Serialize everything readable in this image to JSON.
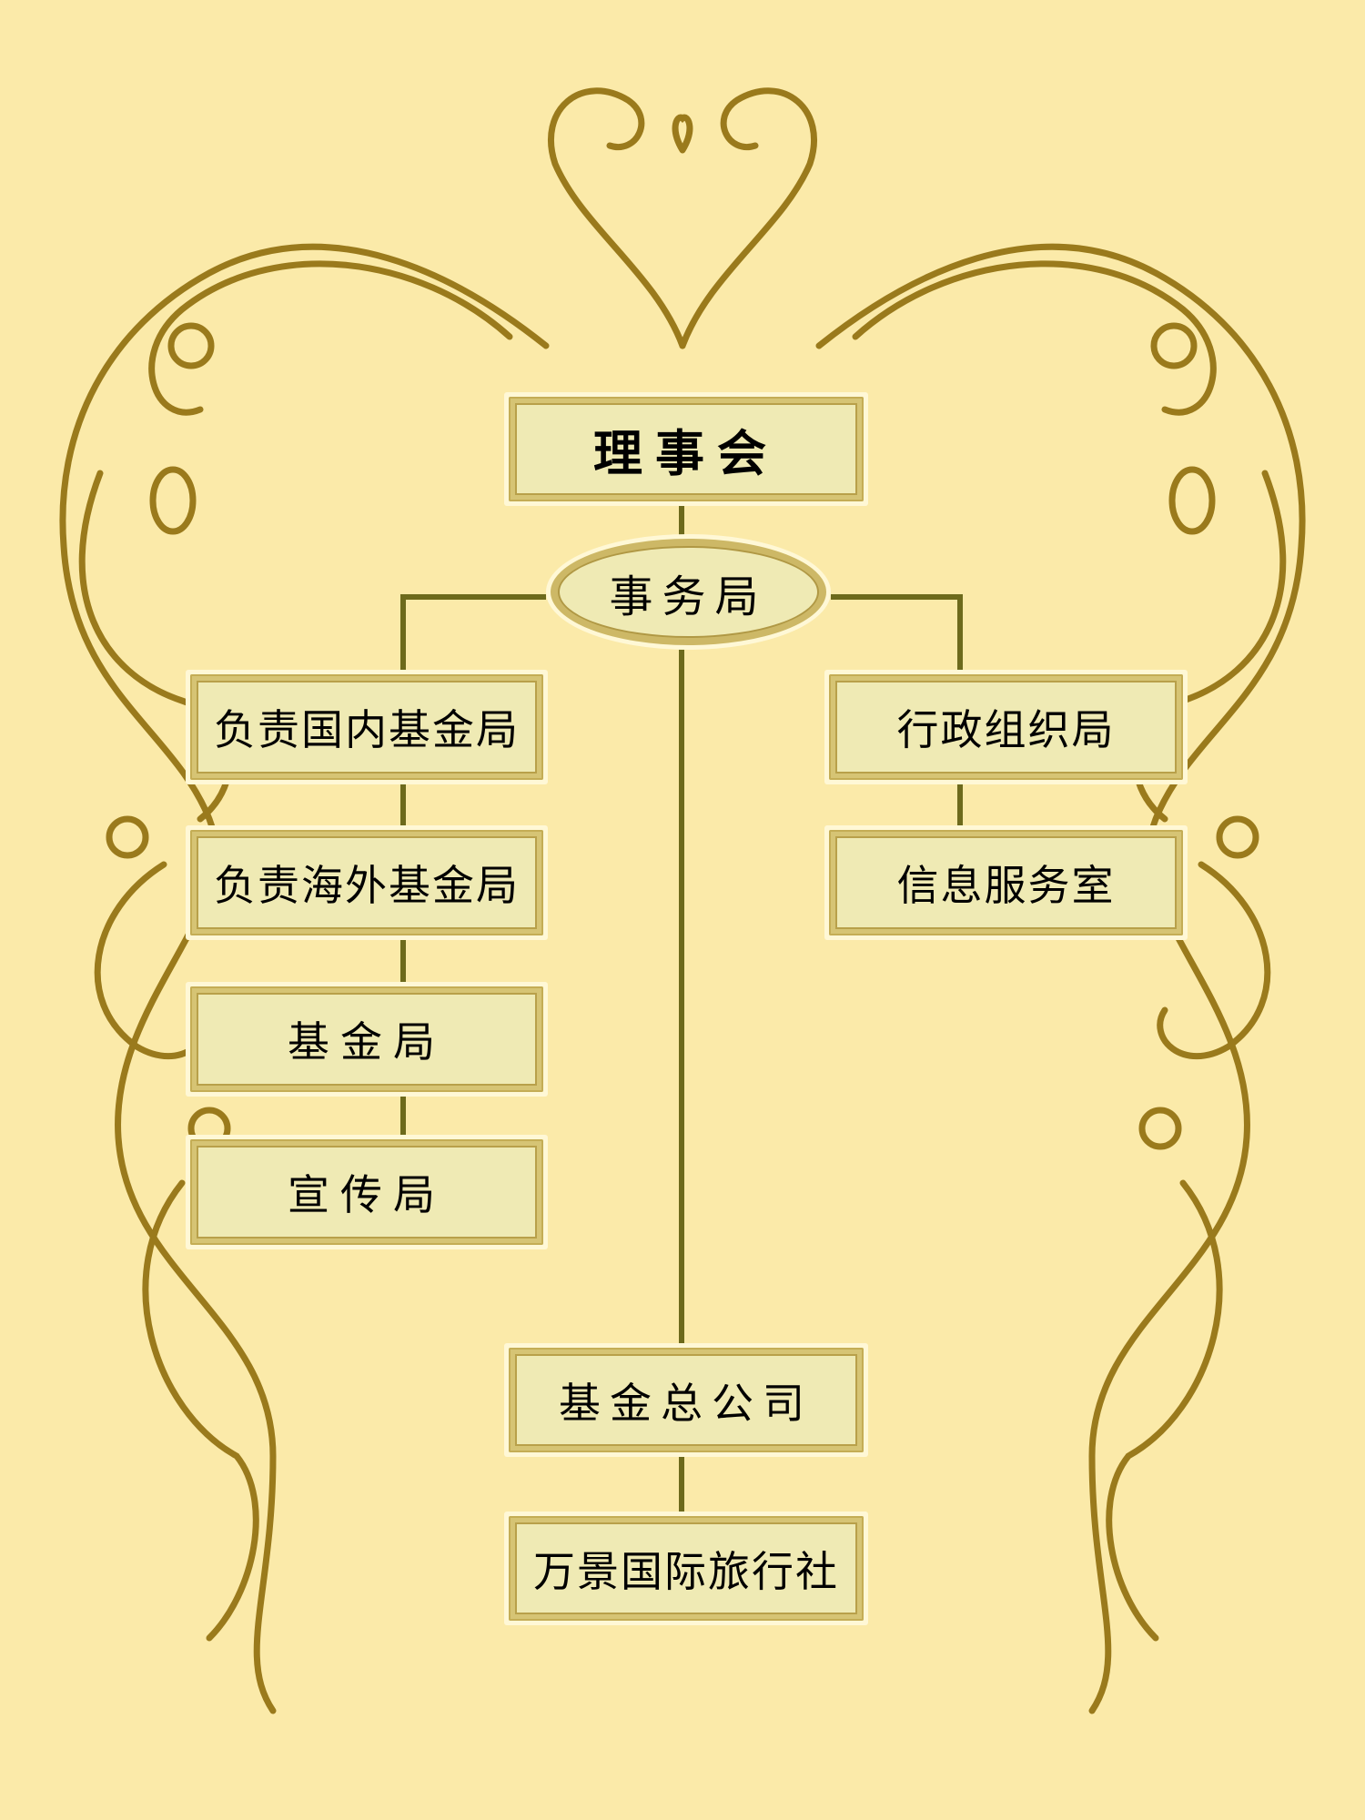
{
  "colors": {
    "background": "#fbeaa9",
    "line": "#6d6a1c",
    "ornament": "#9a7a1c",
    "box_face": "#efeab4"
  },
  "chart": {
    "root": "理事会",
    "secretariat": "事务局",
    "left_branch": [
      "负责国内基金局",
      "负责海外基金局",
      "基金局",
      "宣传局"
    ],
    "right_branch": [
      "行政组织局",
      "信息服务室"
    ],
    "center_branch": [
      "基金总公司",
      "万景国际旅行社"
    ]
  }
}
